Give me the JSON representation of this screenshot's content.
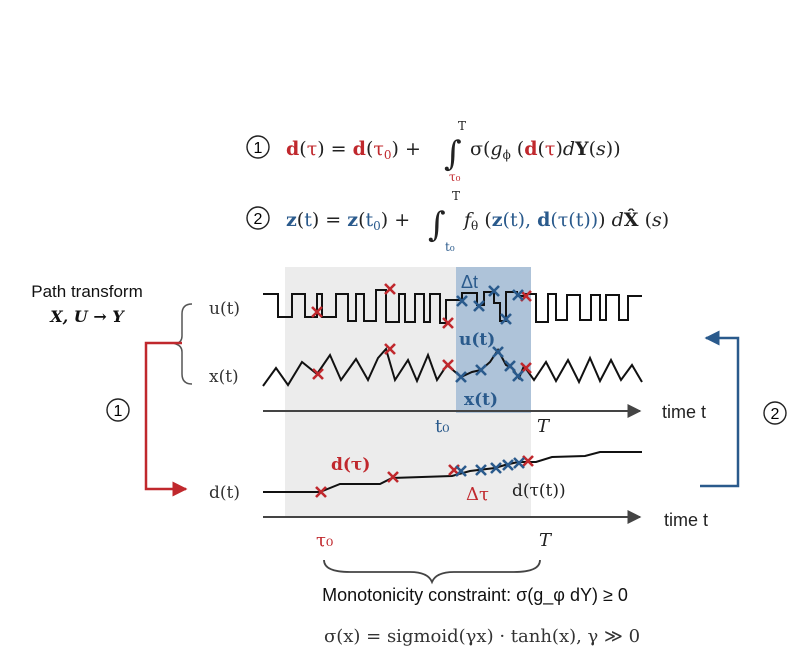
{
  "equations": {
    "eq1": {
      "number": "1",
      "lhs": "d(τ)",
      "eq": "=",
      "term1": "d(τ₀)",
      "plus": "+",
      "upper": "T",
      "lower": "τ₀",
      "integrand": "σ(g_φ (d(τ)dY(s))"
    },
    "eq2": {
      "number": "2",
      "lhs": "z(t)",
      "eq": "=",
      "term1": "z(t₀)",
      "plus": "+",
      "upper": "T",
      "lower": "t₀",
      "integrand": "f_θ (z(t), d(τ(t))) dX̂ (s)"
    }
  },
  "left": {
    "path_transform": "Path transform",
    "mapping": "X, U → Y",
    "step1": "1"
  },
  "right": {
    "step2": "2"
  },
  "signals": {
    "u": "u(t)",
    "x": "x(t)",
    "d": "d(t)"
  },
  "top_panel": {
    "delta_t": "Δt",
    "u_label": "u(t)",
    "x_label": "x(t)",
    "t0": "t₀",
    "T": "T",
    "axis": "time t"
  },
  "bottom_panel": {
    "d_tau": "d(τ)",
    "delta_tau": "Δτ",
    "d_tau_t": "d(τ(t))",
    "tau0": "τ₀",
    "T": "T",
    "axis": "time t"
  },
  "notes": {
    "monotonicity": "Monotonicity constraint: σ(g_φ dY) ≥ 0",
    "sigma_def": "σ(x) = sigmoid(γx) · tanh(x), γ ≫ 0"
  },
  "colors": {
    "red": "#c0282d",
    "blue": "#2a5a8c",
    "shade": "#ececec",
    "blue_shade": "#aec3d9",
    "dark": "#222222"
  }
}
